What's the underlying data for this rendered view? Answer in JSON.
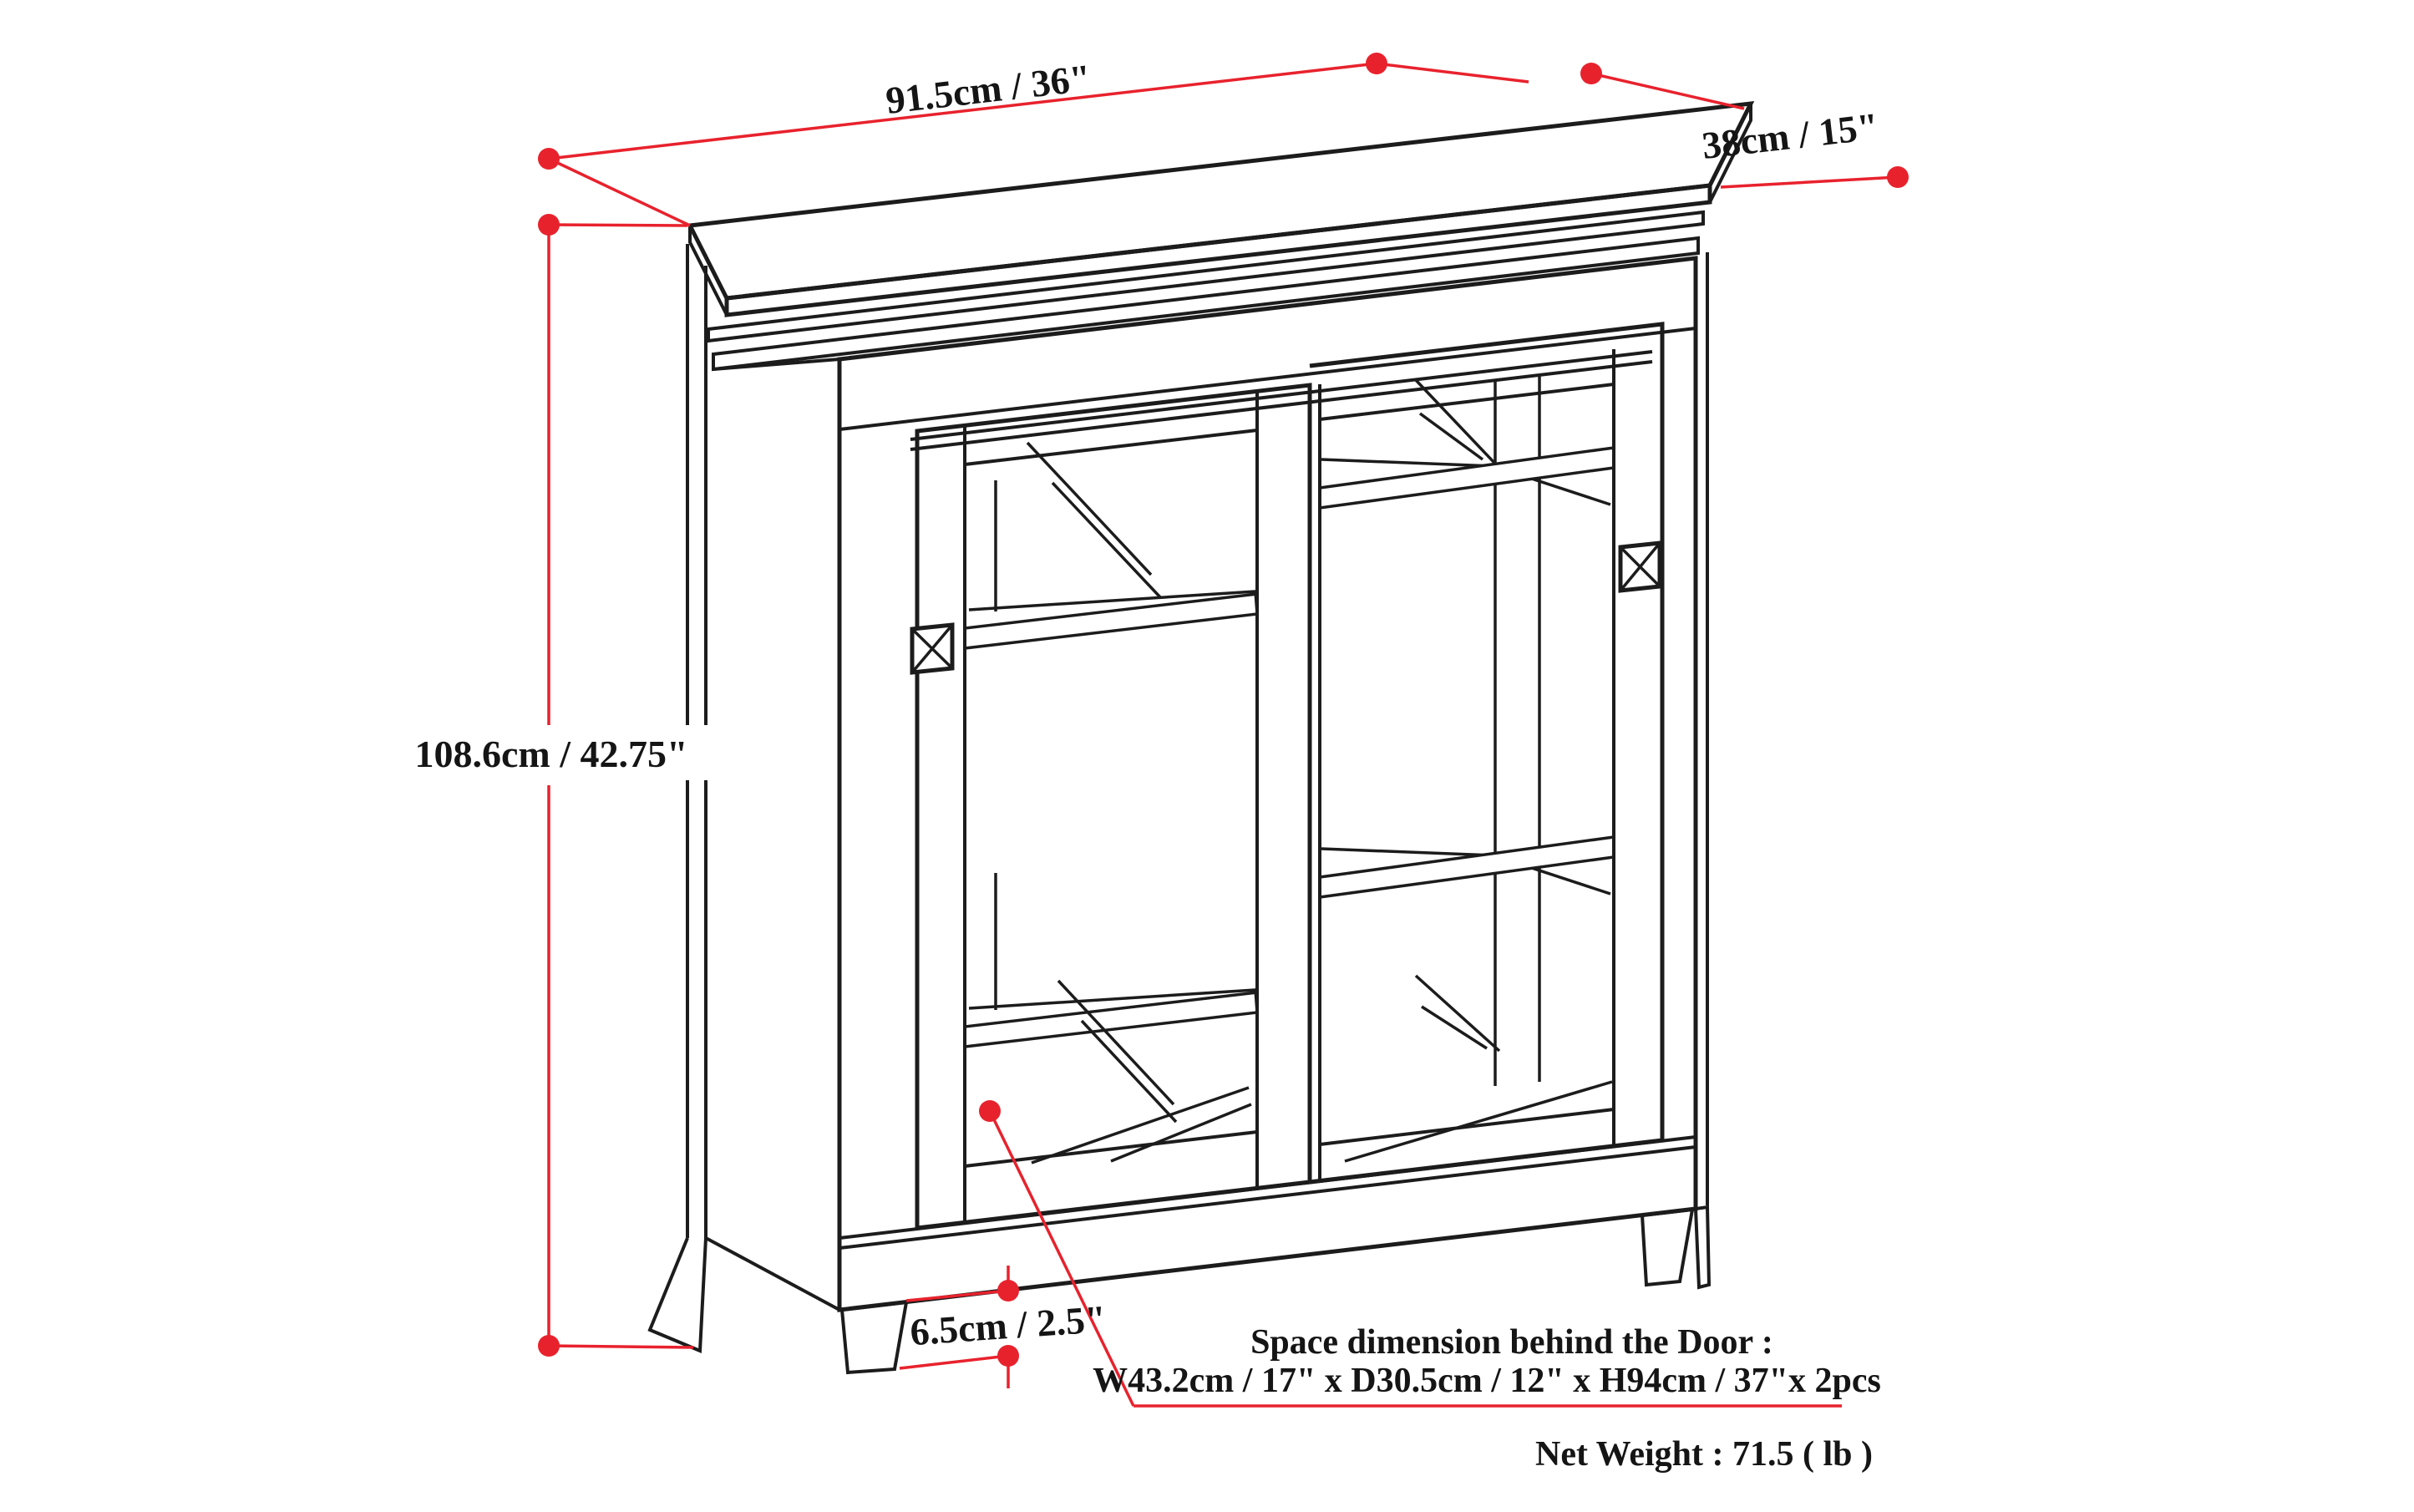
{
  "dimensions": {
    "width": {
      "label": "91.5cm / 36\""
    },
    "depth": {
      "label": "38cm / 15\""
    },
    "height": {
      "label": "108.6cm / 42.75\""
    },
    "leg": {
      "label": "6.5cm / 2.5\""
    }
  },
  "callout": {
    "line1": "Space dimension behind the Door :",
    "line2": "W43.2cm / 17\" x D30.5cm / 12\" x H94cm / 37\"x 2pcs"
  },
  "net_weight": "Net Weight : 71.5 ( lb )",
  "colors": {
    "accent": "#e8222d",
    "line": "#1c1c1c",
    "background": "#ffffff"
  }
}
